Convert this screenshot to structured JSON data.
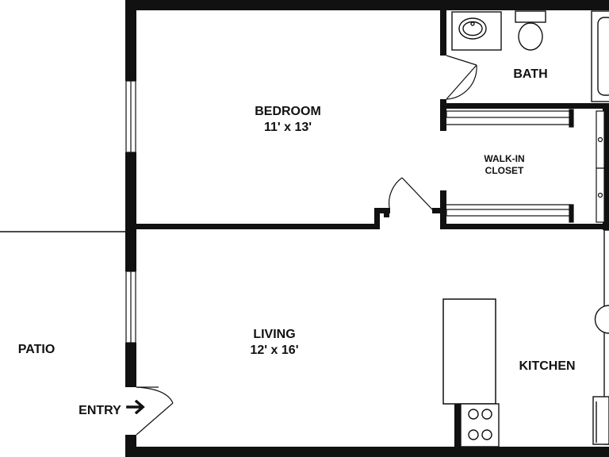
{
  "rooms": {
    "bedroom": {
      "name": "BEDROOM",
      "size": "11' x 13'"
    },
    "living": {
      "name": "LIVING",
      "size": "12' x 16'"
    },
    "bath": {
      "name": "BATH"
    },
    "closet": {
      "name_line1": "WALK-IN",
      "name_line2": "CLOSET"
    },
    "kitchen": {
      "name": "KITCHEN"
    },
    "patio": {
      "name": "PATIO"
    }
  },
  "entry": {
    "label": "ENTRY",
    "arrow_icon": "arrow-right-icon"
  },
  "colors": {
    "wall": "#111111",
    "background": "#ffffff"
  }
}
